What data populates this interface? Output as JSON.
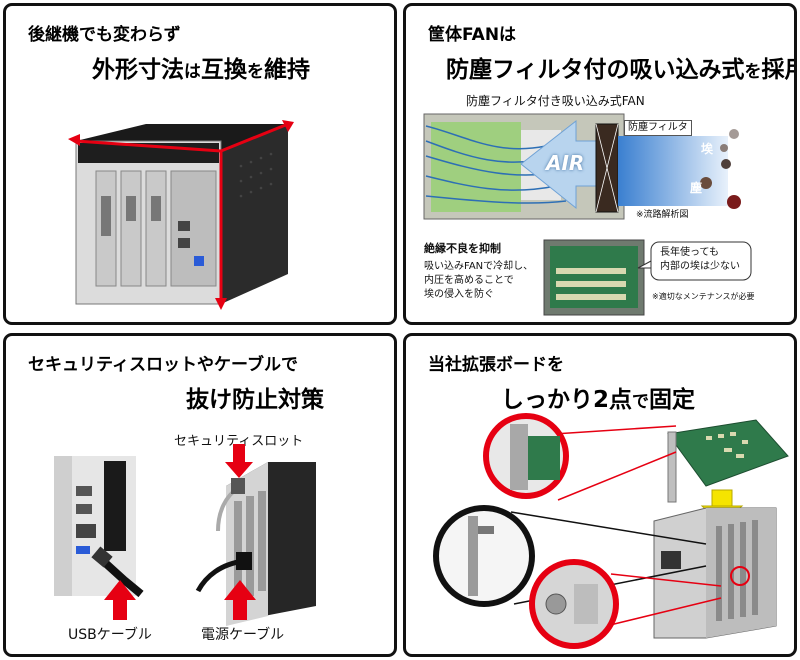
{
  "panel1": {
    "heading_line1": "後継機でも変わらず",
    "heading_line2_parts": [
      "外形寸法",
      "は",
      "互換",
      "を",
      "維持"
    ]
  },
  "panel2": {
    "heading_line1": "筐体FANは",
    "heading_line2_parts": [
      "防塵フィルタ付の吸い込み式",
      "を",
      "採用"
    ],
    "diagram_title": "防塵フィルタ付き吸い込み式FAN",
    "filter_label": "防塵フィルタ",
    "air_label": "AIR",
    "dust_labels": [
      "埃",
      "塵"
    ],
    "analysis_note": "※流路解析図",
    "insulation_title": "絶縁不良を抑制",
    "insulation_text": [
      "吸い込みFANで冷却し、",
      "内圧を高めることで",
      "埃の侵入を防ぐ"
    ],
    "callout_text": [
      "長年使っても",
      "内部の埃は少ない"
    ],
    "maintenance_note": "※適切なメンテナンスが必要"
  },
  "panel3": {
    "heading_line1": "セキュリティスロットやケーブルで",
    "heading_line2": "抜け防止対策",
    "security_slot_label": "セキュリティスロット",
    "usb_cable_label": "USBケーブル",
    "power_cable_label": "電源ケーブル"
  },
  "panel4": {
    "heading_line1": "当社拡張ボードを",
    "heading_line2_parts": [
      "しっかり2点",
      "で",
      "固定"
    ]
  },
  "colors": {
    "red": "#e60012",
    "panel_border": "#111111",
    "air_arrow": "#9cc3e6",
    "board_green": "#2f7a4b",
    "yellow_arrow": "#f5e400"
  }
}
